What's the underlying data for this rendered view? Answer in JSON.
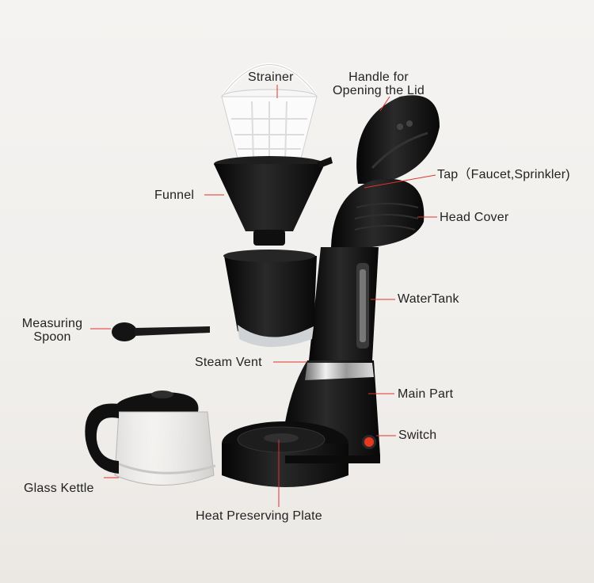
{
  "labels": {
    "strainer": "Strainer",
    "handle_line1": "Handle for",
    "handle_line2": "Opening the Lid",
    "tap": "Tap（Faucet,Sprinkler)",
    "funnel": "Funnel",
    "head_cover": "Head Cover",
    "water_tank": "WaterTank",
    "measuring_line1": "Measuring",
    "measuring_line2": "Spoon",
    "steam_vent": "Steam Vent",
    "main_part": "Main Part",
    "switch": "Switch",
    "glass_kettle": "Glass Kettle",
    "heat_plate": "Heat Preserving Plate"
  },
  "colors": {
    "leader_line": "#e0332b",
    "body_black": "#141414",
    "switch_red": "#e8381f",
    "background": "#f2f0ed"
  }
}
